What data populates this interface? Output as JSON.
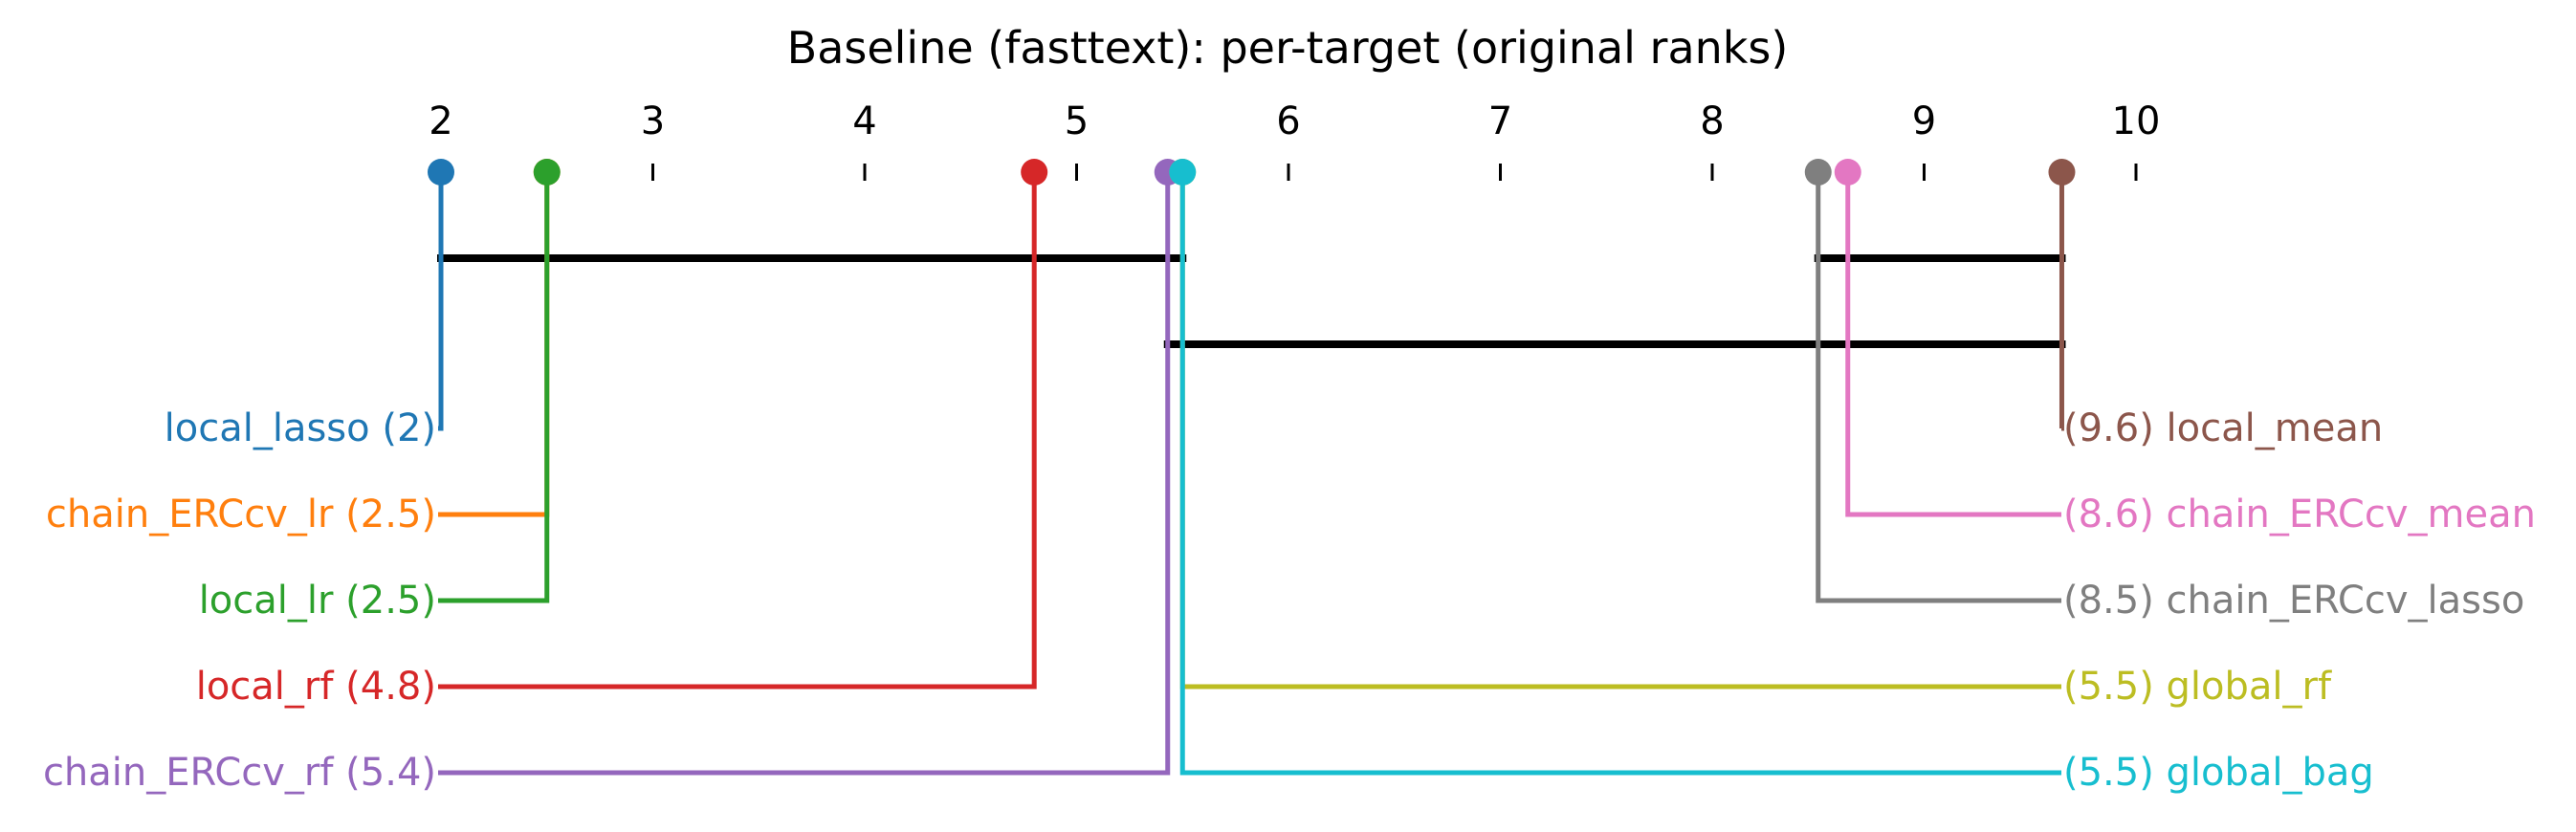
{
  "chart_data": {
    "type": "critical-difference",
    "title": "Baseline (fasttext): per-target (original ranks)",
    "axis": {
      "ticks": [
        2,
        3,
        4,
        5,
        6,
        7,
        8,
        9,
        10
      ],
      "range": [
        2,
        10
      ]
    },
    "methods": [
      {
        "name": "local_lasso",
        "rank": 2.0,
        "label": "local_lasso (2)",
        "color": "#1f77b4",
        "side": "left"
      },
      {
        "name": "chain_ERCcv_lr",
        "rank": 2.5,
        "label": "chain_ERCcv_lr (2.5)",
        "color": "#ff7f0e",
        "side": "left"
      },
      {
        "name": "local_lr",
        "rank": 2.5,
        "label": "local_lr (2.5)",
        "color": "#2ca02c",
        "side": "left"
      },
      {
        "name": "local_rf",
        "rank": 4.8,
        "label": "local_rf (4.8)",
        "color": "#d62728",
        "side": "left"
      },
      {
        "name": "chain_ERCcv_rf",
        "rank": 5.43,
        "label": "chain_ERCcv_rf (5.4)",
        "color": "#9467bd",
        "side": "left"
      },
      {
        "name": "local_mean",
        "rank": 9.65,
        "label": "(9.6) local_mean",
        "color": "#8c564b",
        "side": "right"
      },
      {
        "name": "chain_ERCcv_mean",
        "rank": 8.64,
        "label": "(8.6) chain_ERCcv_mean",
        "color": "#e377c2",
        "side": "right"
      },
      {
        "name": "chain_ERCcv_lasso",
        "rank": 8.5,
        "label": "(8.5) chain_ERCcv_lasso",
        "color": "#7f7f7f",
        "side": "right"
      },
      {
        "name": "global_rf",
        "rank": 5.5,
        "label": "(5.5) global_rf",
        "color": "#bcbd22",
        "side": "right"
      },
      {
        "name": "global_bag",
        "rank": 5.5,
        "label": "(5.5) global_bag",
        "color": "#17becf",
        "side": "right"
      }
    ],
    "cliques": [
      {
        "from": 2.0,
        "to": 5.5
      },
      {
        "from": 8.5,
        "to": 9.65
      },
      {
        "from": 5.43,
        "to": 9.65
      }
    ],
    "grid": false
  }
}
